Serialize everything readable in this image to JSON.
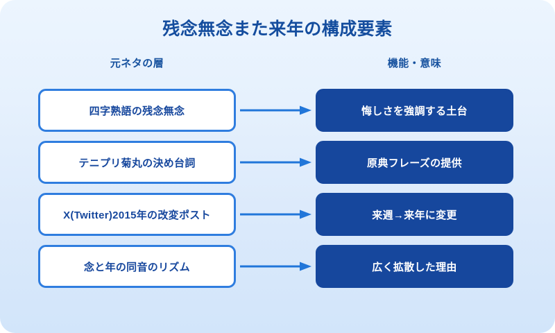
{
  "diagram": {
    "title": "残念無念また来年の構成要素",
    "columns": {
      "left_header": "元ネタの層",
      "right_header": "機能・意味"
    },
    "colors": {
      "title": "#144d9e",
      "source_border": "#2f7ddf",
      "source_text": "#16479d",
      "target_fill": "#16479d",
      "target_text": "#ffffff",
      "arrow": "#2176d9",
      "background_top": "#ecf5fe",
      "background_bottom": "#d2e5fa"
    },
    "rows": [
      {
        "source": "四字熟語の残念無念",
        "arrow": "arrow-right-icon",
        "target": "悔しさを強調する土台"
      },
      {
        "source": "テニプリ菊丸の決め台詞",
        "arrow": "arrow-right-icon",
        "target": "原典フレーズの提供"
      },
      {
        "source": "X(Twitter)2015年の改変ポスト",
        "arrow": "arrow-right-icon",
        "target": "来週→来年に変更"
      },
      {
        "source": "念と年の同音のリズム",
        "arrow": "arrow-right-icon",
        "target": "広く拡散した理由"
      }
    ]
  }
}
